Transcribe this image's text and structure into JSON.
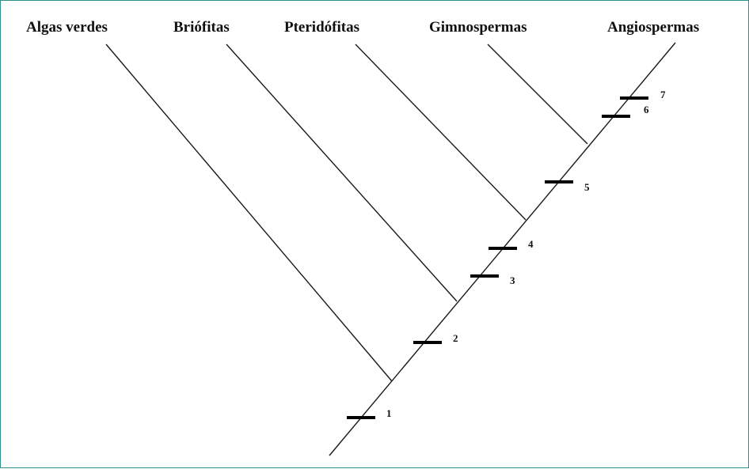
{
  "taxa": [
    {
      "id": "algas",
      "label": "Algas verdes"
    },
    {
      "id": "briofitas",
      "label": "Briófitas"
    },
    {
      "id": "pteridofitas",
      "label": "Pteridófitas"
    },
    {
      "id": "gimnospermas",
      "label": "Gimnospermas"
    },
    {
      "id": "angiospermas",
      "label": "Angiospermas"
    }
  ],
  "markers": [
    {
      "label": "1"
    },
    {
      "label": "2"
    },
    {
      "label": "3"
    },
    {
      "label": "4"
    },
    {
      "label": "5"
    },
    {
      "label": "6"
    },
    {
      "label": "7"
    }
  ],
  "colors": {
    "border": "#2f8f8a",
    "line": "#1a1a1a"
  }
}
